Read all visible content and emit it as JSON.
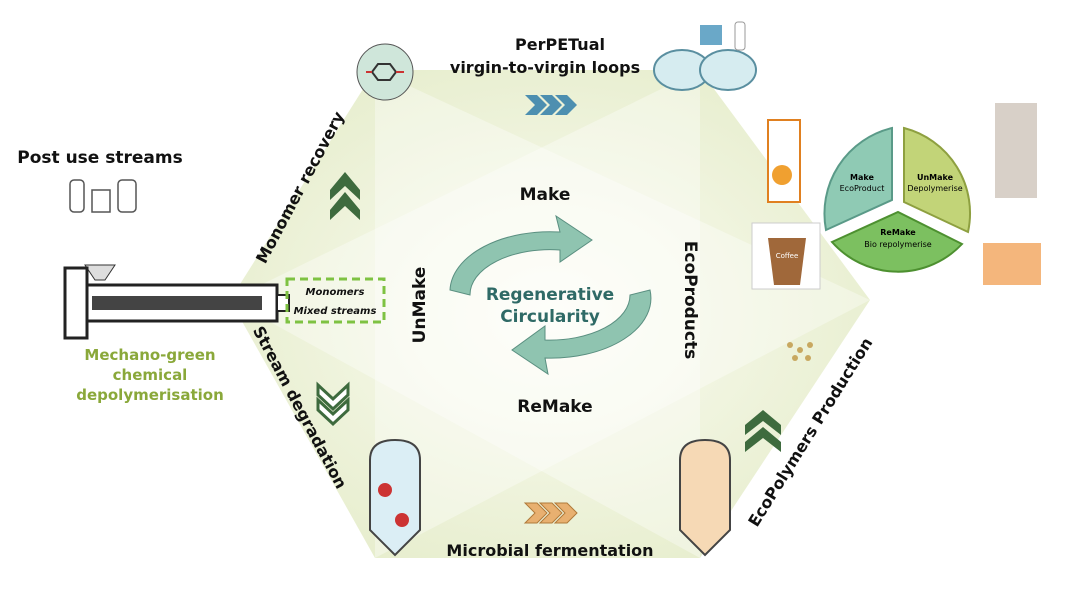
{
  "diagram": {
    "center": {
      "line1": "Regenerative",
      "line2": "Circularity"
    },
    "cycle_labels": {
      "make": "Make",
      "unmake": "UnMake",
      "remake": "ReMake",
      "ecoproducts": "EcoProducts"
    },
    "edges": {
      "top": {
        "line1": "PerPETual",
        "line2": "virgin-to-virgin loops"
      },
      "upper_left": "Monomer recovery",
      "lower_left": "Stream degradation",
      "bottom": "Microbial fermentation",
      "lower_right": "EcoPolymers Production"
    },
    "left": {
      "title": "Post use streams",
      "caption": [
        "Mechano-green",
        "chemical",
        "depolymerisation"
      ],
      "box": [
        "Monomers",
        "Mixed streams"
      ]
    },
    "wheel": [
      {
        "line1": "Make",
        "line2": "EcoProduct"
      },
      {
        "line1": "UnMake",
        "line2": "Depolymerise"
      },
      {
        "line1": "ReMake",
        "line2": "Bio repolymerise"
      }
    ],
    "coffee_cup_label": "Coffee",
    "colors": {
      "hexagon": "#eef3dc",
      "caption_green": "#8aa83a",
      "box_green": "#7ec242",
      "arrow_teal": "#7fb8a6",
      "chevron_dark": "#3e6b3e",
      "chevron_orange": "#e8b070",
      "chevron_blue": "#4d8fb0"
    }
  }
}
